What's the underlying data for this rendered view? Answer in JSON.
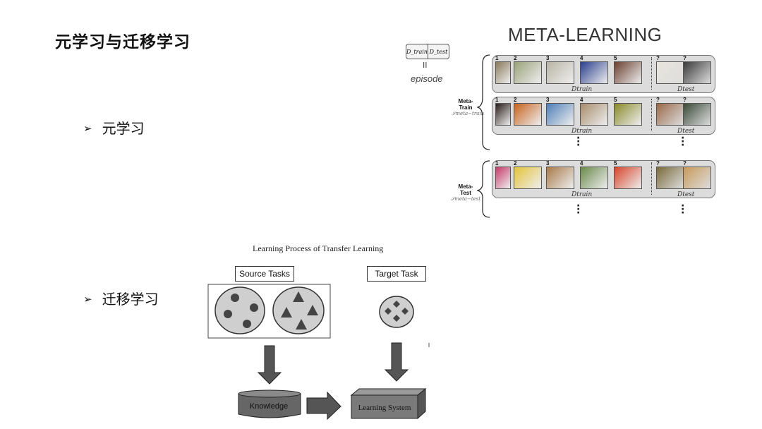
{
  "slide": {
    "title": "元学习与迁移学习",
    "bullets": [
      {
        "marker": "➢",
        "text": "元学习"
      },
      {
        "marker": "➢",
        "text": "迁移学习"
      }
    ]
  },
  "meta_learning": {
    "title": "META-LEARNING",
    "episode_box": {
      "left": "D_train",
      "right": "D_test"
    },
    "episode_eq": "II",
    "episode_word": "episode",
    "meta_train_label": [
      "Meta-",
      "Train"
    ],
    "meta_train_sub": "𝒮meta−train",
    "meta_test_label": [
      "Meta-",
      "Test"
    ],
    "meta_test_sub": "𝒮meta−test",
    "train_numbers": [
      "1",
      "2",
      "3",
      "4",
      "5"
    ],
    "test_marker": "?",
    "d_train": "Dtrain",
    "d_test": "Dtest",
    "rows": [
      {
        "train_colors": [
          "#8a7a5c",
          "#9aa27a",
          "#b8b4a4",
          "#2b3f8f",
          "#6b4030"
        ],
        "test_colors": [
          "#e8e4dc",
          "#3a3a3a"
        ]
      },
      {
        "train_colors": [
          "#2a1e1a",
          "#c8641e",
          "#4f7fb8",
          "#a88c6c",
          "#8a8a2a"
        ],
        "test_colors": [
          "#9a6a4a",
          "#3a4a3a"
        ]
      },
      {
        "train_colors": [
          "#c83a6a",
          "#e4c43a",
          "#a87a4a",
          "#6a8a4a",
          "#d8442a"
        ],
        "test_colors": [
          "#7a6a3a",
          "#c89a5a"
        ]
      }
    ]
  },
  "transfer": {
    "title": "Learning Process of Transfer Learning",
    "source_label": "Source Tasks",
    "target_label": "Target Task",
    "knowledge_label": "Knowledge",
    "system_label": "Learning System"
  }
}
